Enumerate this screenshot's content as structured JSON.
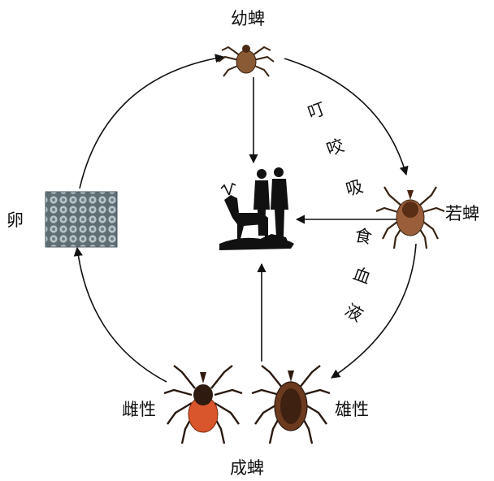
{
  "labels": {
    "larva": "幼蜱",
    "nymph": "若蜱",
    "egg": "卵",
    "female": "雌性",
    "male": "雄性",
    "adult": "成蜱"
  },
  "feeding_label_chars": [
    "叮",
    "咬",
    "吸",
    "食",
    "血",
    "液"
  ],
  "icons": {
    "larva": "tick-larva-icon",
    "nymph": "tick-nymph-icon",
    "female": "tick-female-icon",
    "male": "tick-male-icon",
    "egg": "egg-cluster-icon",
    "hosts": "host-animals-humans-icon"
  },
  "colors": {
    "arrow": "#111111",
    "tick_body": "#6b3a1f",
    "female_abdomen": "#d9552b",
    "egg_gray": "#8a9aa0"
  }
}
